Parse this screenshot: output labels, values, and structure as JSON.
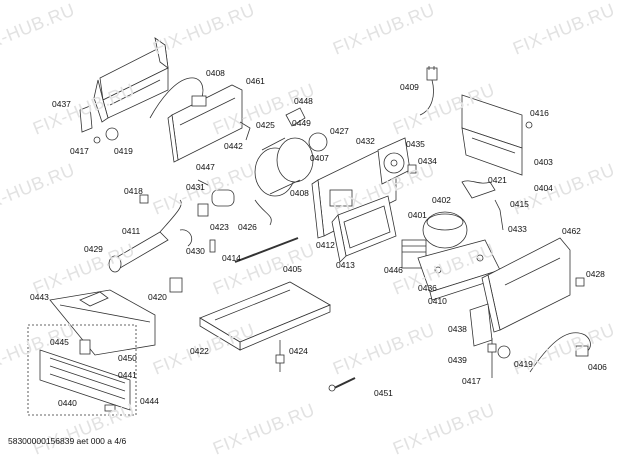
{
  "watermark": "FIX-HUB.RU",
  "footer": "58300000156839 aet 000 a 4/6",
  "colors": {
    "line": "#333333",
    "part_fill": "#ffffff",
    "watermark": "#e2e2e2"
  },
  "parts": [
    "0408",
    "0461",
    "0437",
    "0448",
    "0425",
    "0449",
    "0427",
    "0417",
    "0419",
    "0442",
    "0407",
    "0432",
    "0435",
    "0434",
    "0409",
    "0416",
    "0403",
    "0404",
    "0447",
    "0431",
    "0408",
    "0421",
    "0418",
    "0402",
    "0415",
    "0401",
    "0411",
    "0423",
    "0426",
    "0433",
    "0429",
    "0430",
    "0412",
    "0413",
    "0414",
    "0446",
    "0436",
    "0462",
    "0405",
    "0410",
    "0428",
    "0420",
    "0443",
    "0438",
    "0445",
    "0422",
    "0424",
    "0450",
    "0439",
    "0419",
    "0406",
    "0441",
    "0417",
    "0451",
    "0440",
    "0444"
  ]
}
